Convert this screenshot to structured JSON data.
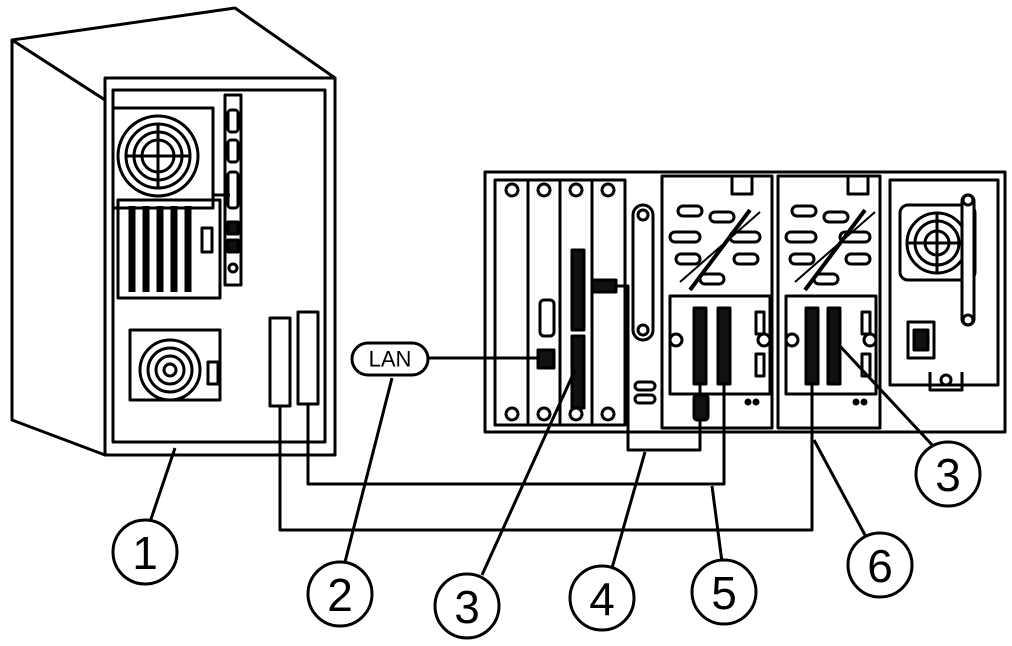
{
  "diagram": {
    "lan_label": "LAN",
    "callouts": [
      {
        "id": "callout-1",
        "label": "1"
      },
      {
        "id": "callout-2",
        "label": "2"
      },
      {
        "id": "callout-3-left",
        "label": "3"
      },
      {
        "id": "callout-4",
        "label": "4"
      },
      {
        "id": "callout-5",
        "label": "5"
      },
      {
        "id": "callout-6",
        "label": "6"
      },
      {
        "id": "callout-3-right",
        "label": "3"
      }
    ],
    "colors": {
      "line": "#000000",
      "background": "#ffffff",
      "dark_fill": "#111111"
    }
  }
}
